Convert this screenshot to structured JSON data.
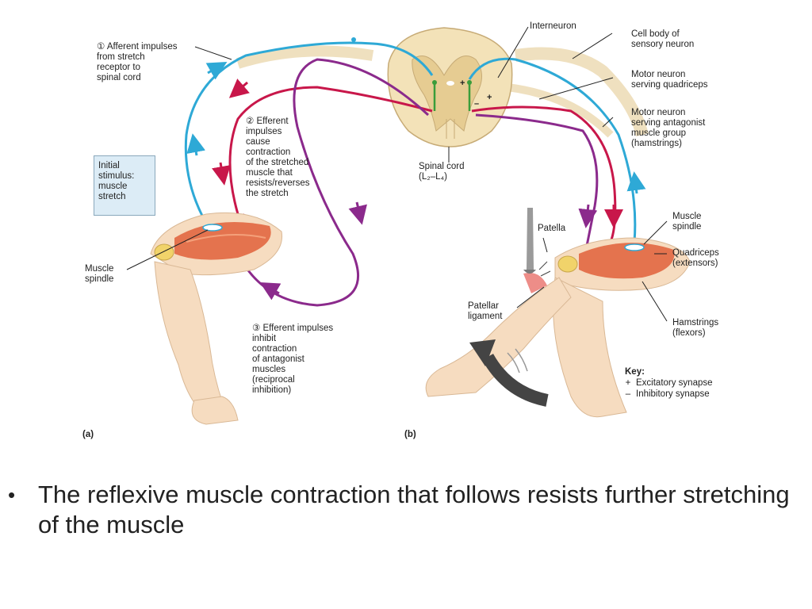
{
  "labels": {
    "afferent": "① Afferent impulses\nfrom stretch\nreceptor to\nspinal cord",
    "efferent_cause": "② Efferent\nimpulses\ncause\ncontraction\nof the stretched\nmuscle that\nresists/reverses\nthe stretch",
    "initial_stimulus": "Initial\nstimulus:\nmuscle\nstretch",
    "muscle_spindle_a": "Muscle\nspindle",
    "efferent_inhibit": "③ Efferent impulses\ninhibit\ncontraction\nof antagonist\nmuscles\n(reciprocal\ninhibition)",
    "interneuron": "Interneuron",
    "cell_body": "Cell body of\nsensory neuron",
    "motor_quadriceps": "Motor neuron\nserving quadriceps",
    "motor_antagonist": "Motor neuron\nserving antagonist\nmuscle group\n(hamstrings)",
    "spinal_cord": "Spinal cord\n(L₂–L₄)",
    "patella": "Patella",
    "muscle_spindle_b": "Muscle\nspindle",
    "quadriceps": "Quadriceps\n(extensors)",
    "patellar_ligament": "Patellar\nligament",
    "hamstrings": "Hamstrings\n(flexors)",
    "panel_a": "(a)",
    "panel_b": "(b)"
  },
  "key": {
    "title": "Key:",
    "items": [
      {
        "symbol": "+",
        "label": "Excitatory synapse"
      },
      {
        "symbol": "–",
        "label": "Inhibitory synapse"
      }
    ]
  },
  "bullet": {
    "symbol": "•",
    "text": "The reflexive muscle contraction that follows resists further stretching of the muscle"
  },
  "colors": {
    "afferent": "#2ea9d6",
    "efferent_excitatory": "#c8174a",
    "efferent_inhibitory": "#8b2a8c",
    "interneuron": "#3a9d3a",
    "spinal_cord": "#f3e2b8",
    "skin": "#f6dcc0",
    "muscle": "#e0603a",
    "arrow": "#444444"
  }
}
